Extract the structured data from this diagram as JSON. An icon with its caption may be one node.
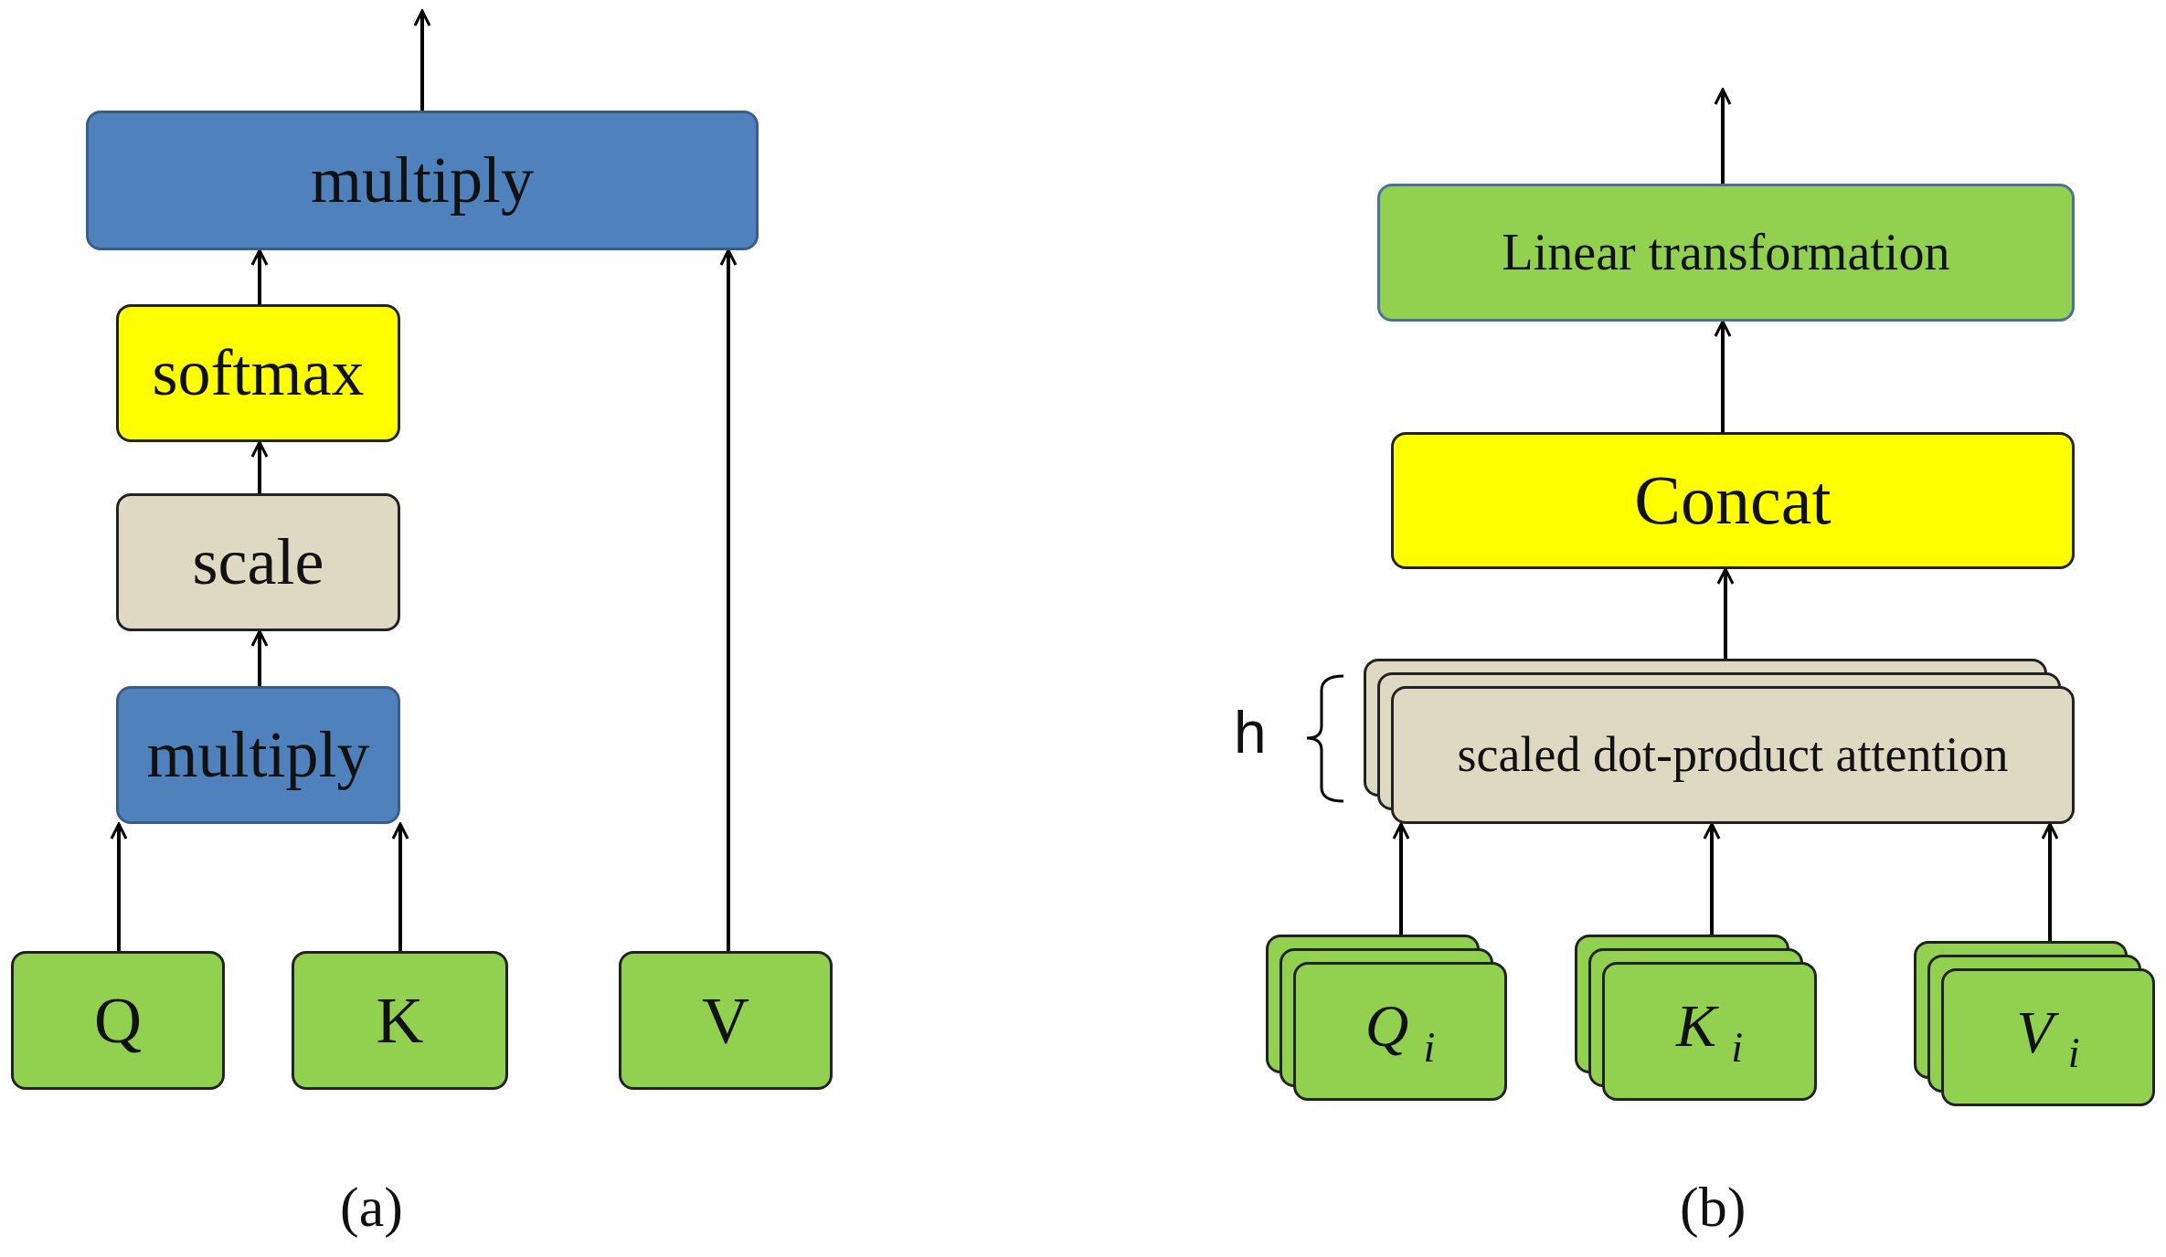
{
  "diagram": {
    "nodes": [
      {
        "text": [
          "multiply"
        ]
      },
      {
        "text": [
          "softmax"
        ]
      },
      {
        "text": [
          "scale"
        ]
      },
      {
        "text": [
          "multiply"
        ]
      },
      {
        "text": [
          "Q"
        ]
      },
      {
        "text": [
          "K"
        ]
      },
      {
        "text": [
          "V"
        ]
      },
      {
        "text": [
          "Linear transformation"
        ]
      },
      {
        "text": [
          "Concat"
        ]
      },
      {
        "text": [
          "scaled  dot-product attention"
        ]
      },
      {
        "text": [
          "Q$_{i}$"
        ]
      },
      {
        "text": [
          "K$_{i}$"
        ]
      },
      {
        "text": [
          "V$_{i}$"
        ]
      }
    ],
    "edges": [
      {
        "from": 0,
        "to": null,
        "arrow": "to"
      },
      {
        "from": 1,
        "to": 0,
        "arrow": "to"
      },
      {
        "from": 2,
        "to": 1,
        "arrow": "to"
      },
      {
        "from": 3,
        "to": 2,
        "arrow": "to"
      },
      {
        "from": 4,
        "to": 3,
        "arrow": "to"
      },
      {
        "from": 5,
        "to": 3,
        "arrow": "to"
      },
      {
        "from": 6,
        "to": 0,
        "arrow": "to"
      },
      {
        "from": 7,
        "to": null,
        "arrow": "to"
      },
      {
        "from": 8,
        "to": 7,
        "arrow": "to"
      },
      {
        "from": 9,
        "to": 8,
        "arrow": "to"
      },
      {
        "from": 10,
        "to": 9,
        "arrow": "to"
      },
      {
        "from": 11,
        "to": 9,
        "arrow": "to"
      },
      {
        "from": 12,
        "to": 9,
        "arrow": "to"
      }
    ],
    "labels": [
      "h",
      "(a)",
      "(b)"
    ]
  }
}
